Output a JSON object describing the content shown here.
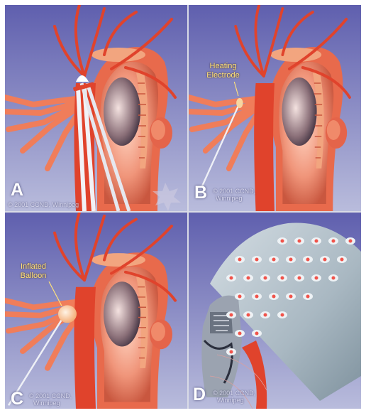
{
  "panels": [
    {
      "id": "A",
      "letter": "A",
      "credit": "© 2001 CCND, Winnipeg"
    },
    {
      "id": "B",
      "letter": "B",
      "credit_line1": "© 2001 CCND,",
      "credit_line2": "Winnipeg",
      "label_line1": "Heating",
      "label_line2": "Electrode"
    },
    {
      "id": "C",
      "letter": "C",
      "credit_line1": "© 2001 CCND,",
      "credit_line2": "Winnipeg",
      "label_line1": "Inflated",
      "label_line2": "Balloon"
    },
    {
      "id": "D",
      "letter": "D",
      "credit_line1": "© 2001 CCND,",
      "credit_line2": "Winnipeg"
    }
  ],
  "colors": {
    "background_top": "#5f5fae",
    "background_bottom": "#b9bcdc",
    "artery": "#e0432c",
    "tissue": "#f08a6a",
    "label": "#ffe27a",
    "skull_cap": "#aebdc8",
    "electrode_dot": "#f0534a"
  }
}
